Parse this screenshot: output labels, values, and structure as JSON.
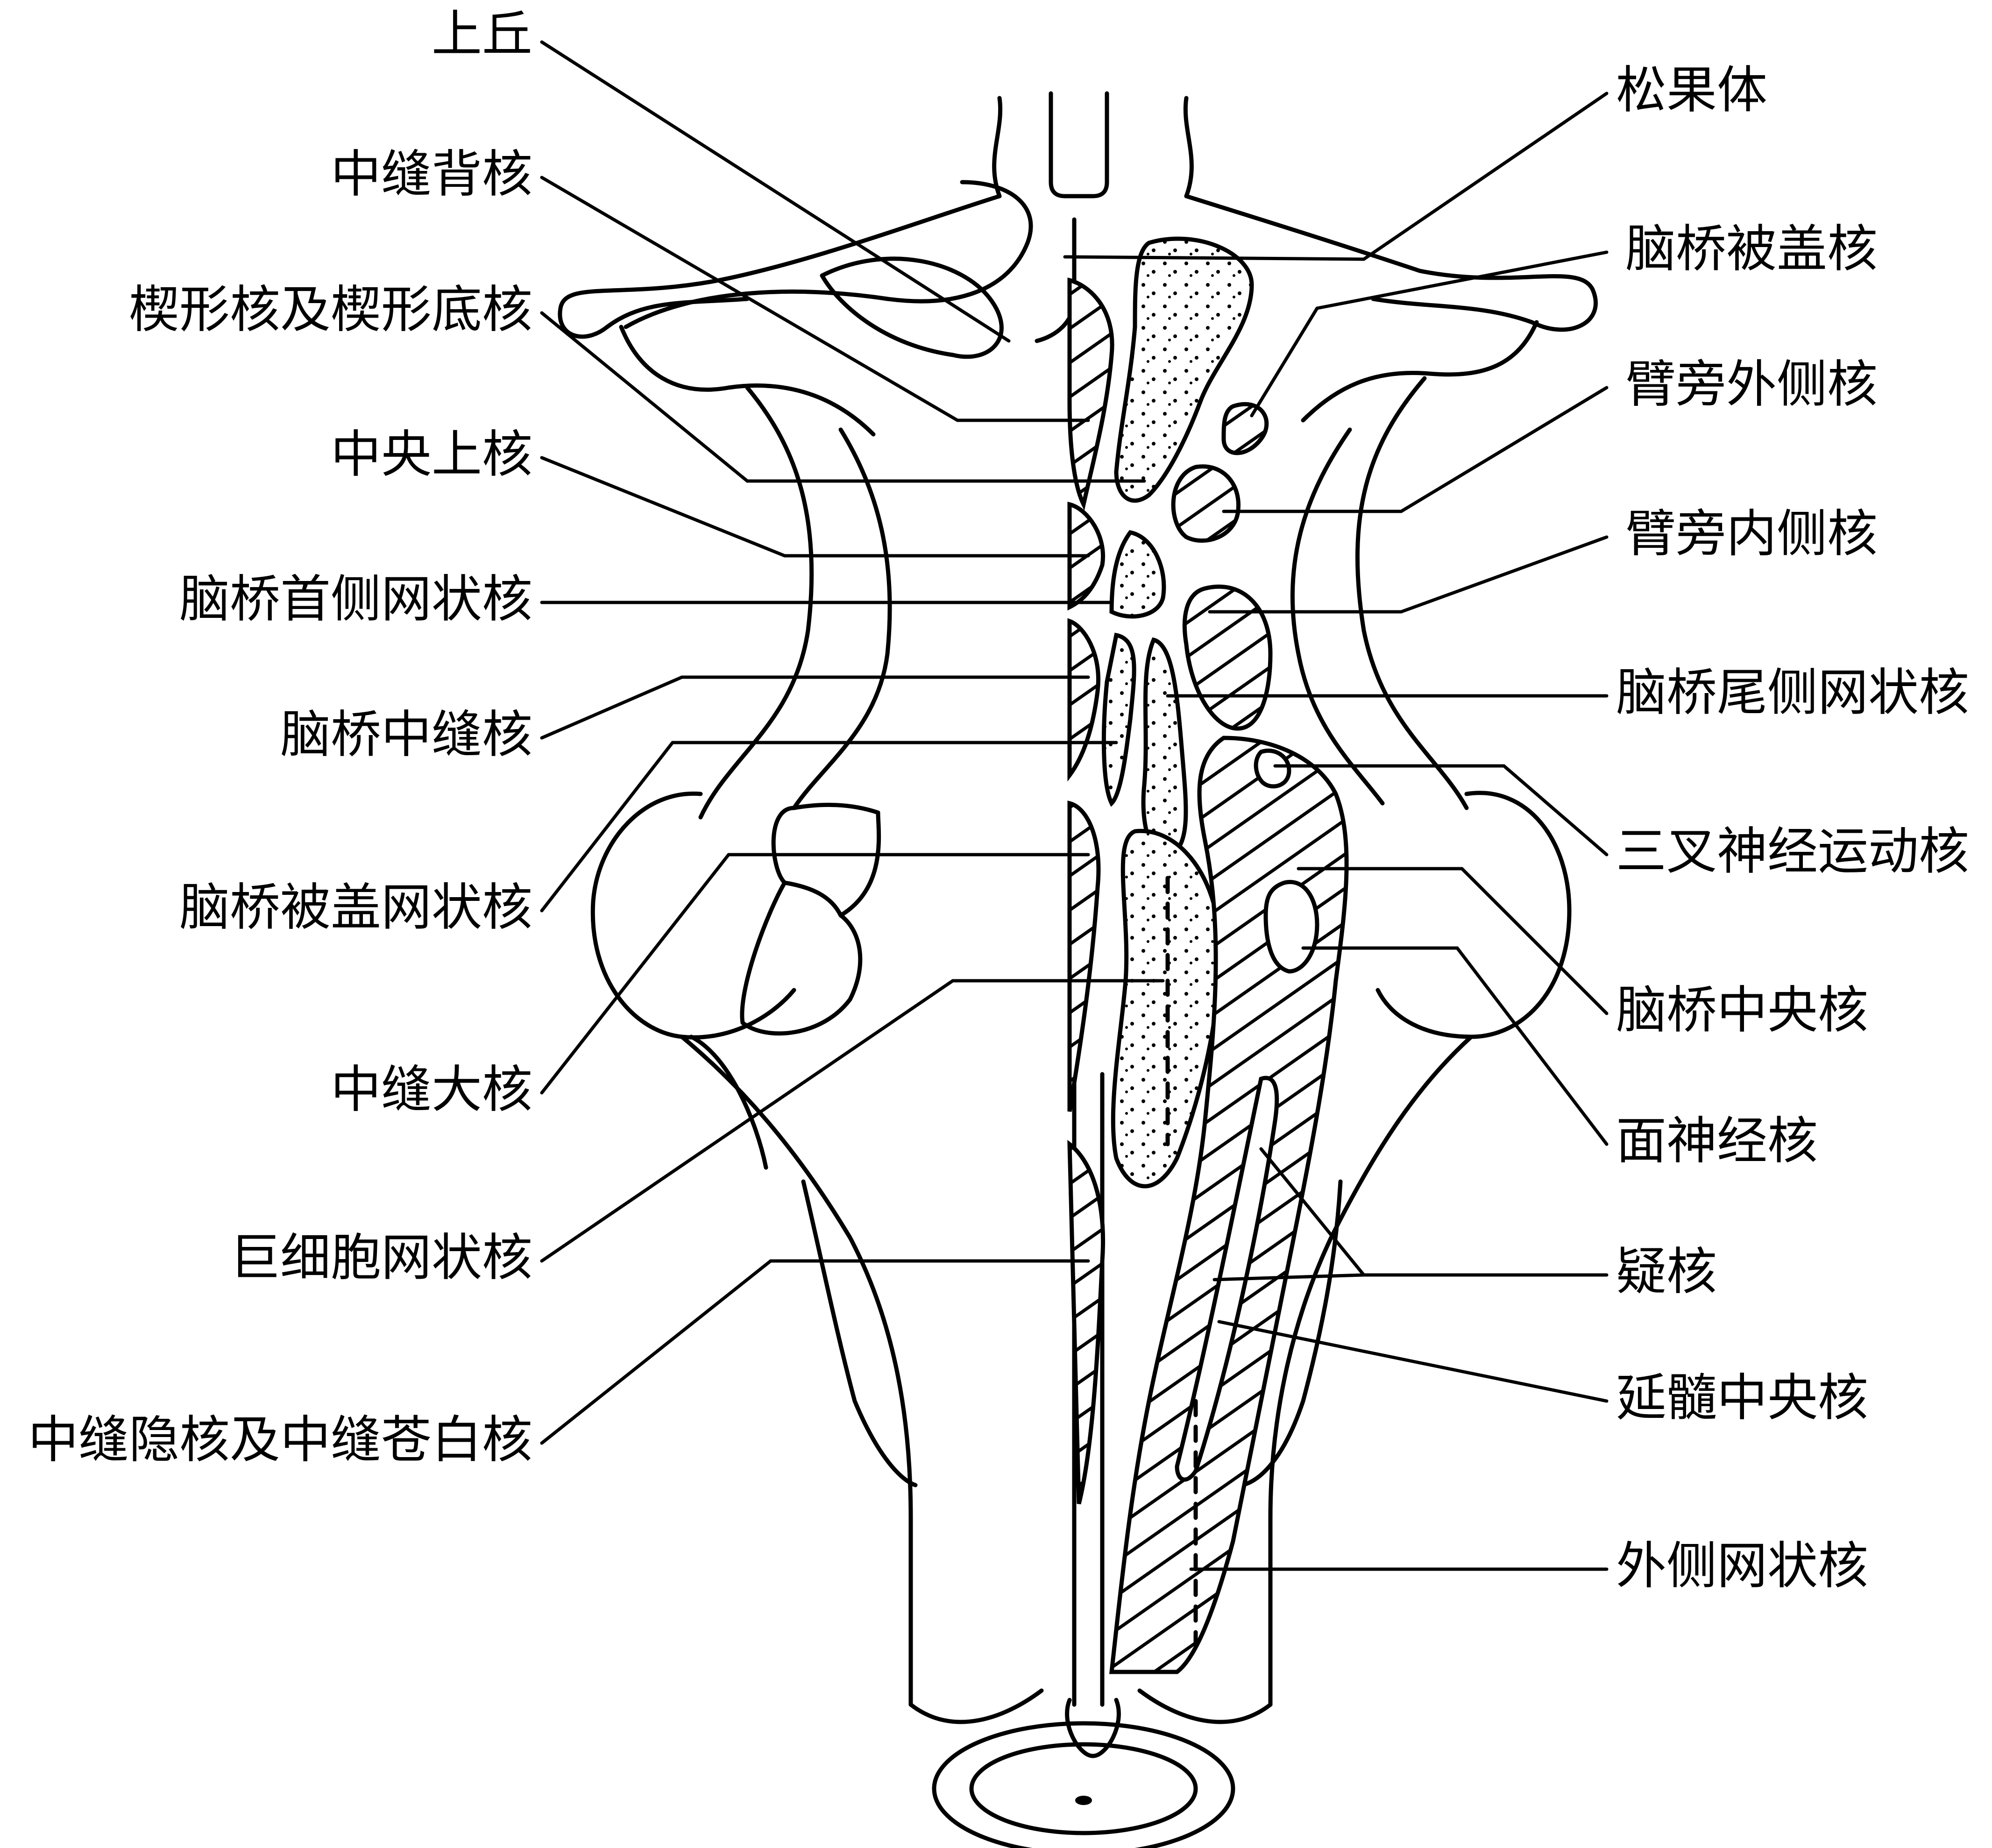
{
  "figure": {
    "left_labels": [
      "上丘",
      "中缝背核",
      "楔形核及楔形底核",
      "中央上核",
      "脑桥首侧网状核",
      "脑桥中缝核",
      "脑桥被盖网状核",
      "中缝大核",
      "巨细胞网状核",
      "中缝隐核及中缝苍白核"
    ],
    "right_labels": [
      "松果体",
      "脑桥被盖核",
      "臂旁外侧核",
      "臂旁内侧核",
      "脑桥尾侧网状核",
      "三叉神经运动核",
      "脑桥中央核",
      "面神经核",
      "疑核",
      "延髓中央核",
      "外侧网状核"
    ]
  }
}
